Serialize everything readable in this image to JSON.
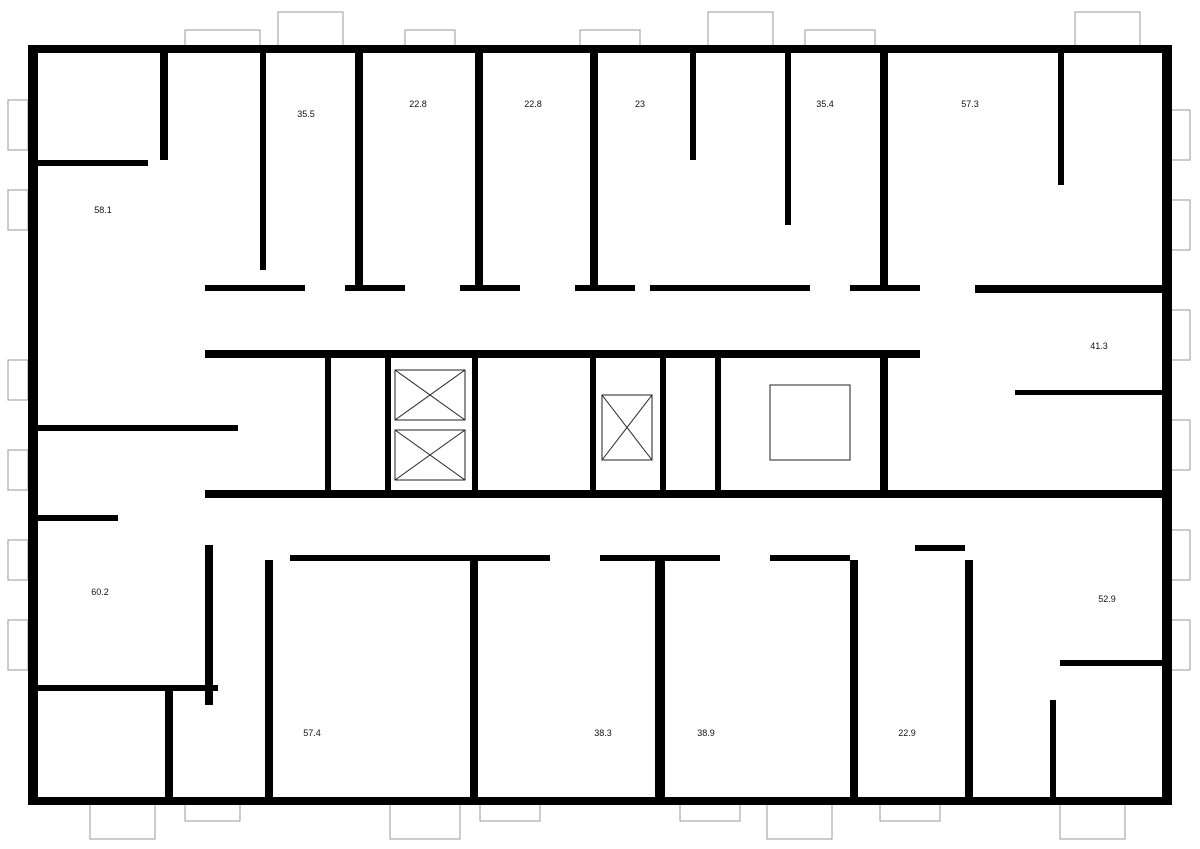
{
  "apartments": [
    {
      "id": "a1",
      "area": "58.1"
    },
    {
      "id": "a2",
      "area": "35.5"
    },
    {
      "id": "a3",
      "area": "22.8"
    },
    {
      "id": "a4",
      "area": "22.8"
    },
    {
      "id": "a5",
      "area": "23"
    },
    {
      "id": "a6",
      "area": "35.4"
    },
    {
      "id": "a7",
      "area": "57.3"
    },
    {
      "id": "a8",
      "area": "41.3"
    },
    {
      "id": "a9",
      "area": "60.2"
    },
    {
      "id": "a10",
      "area": "52.9"
    },
    {
      "id": "a11",
      "area": "57.4"
    },
    {
      "id": "a12",
      "area": "38.3"
    },
    {
      "id": "a13",
      "area": "38.9"
    },
    {
      "id": "a14",
      "area": "22.9"
    }
  ],
  "colors": {
    "wall": "#000000",
    "thin": "#222222",
    "window": "#999999"
  }
}
